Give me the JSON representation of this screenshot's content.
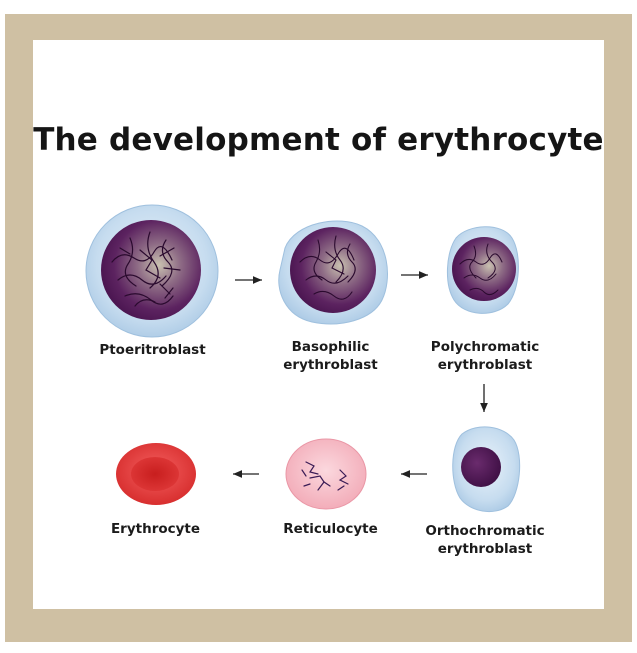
{
  "title": "The development of erythrocyte",
  "stages": [
    {
      "lines": [
        "Ptoeritroblast"
      ]
    },
    {
      "lines": [
        "Basophilic",
        "erythroblast"
      ]
    },
    {
      "lines": [
        "Polychromatic",
        "erythroblast"
      ]
    },
    {
      "lines": [
        "Orthochromatic",
        "erythroblast"
      ]
    },
    {
      "lines": [
        "Reticulocyte"
      ]
    },
    {
      "lines": [
        "Erythrocyte"
      ]
    }
  ],
  "colors": {
    "frame": "#cfc0a3",
    "cytoplasm": "#c5dcee",
    "nucleus": "#5a1d5c",
    "reticulocyte": "#f6b5c0",
    "erythrocyte": "#e23a3a"
  }
}
